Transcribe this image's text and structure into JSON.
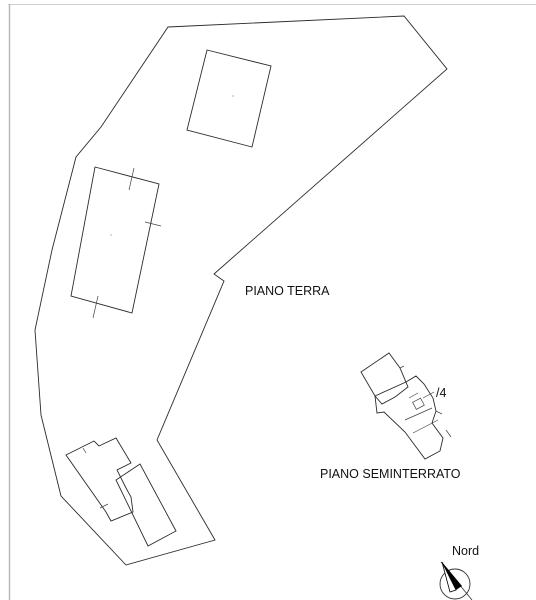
{
  "labels": {
    "ground_floor": "PIANO TERRA",
    "basement": "PIANO SEMINTERRATO",
    "marker": "/4",
    "north": "Nord"
  },
  "colors": {
    "line": "#2b2b2b",
    "background": "#ffffff",
    "compass_fill": "#000000"
  },
  "icons": {
    "compass": "north-arrow-icon"
  }
}
